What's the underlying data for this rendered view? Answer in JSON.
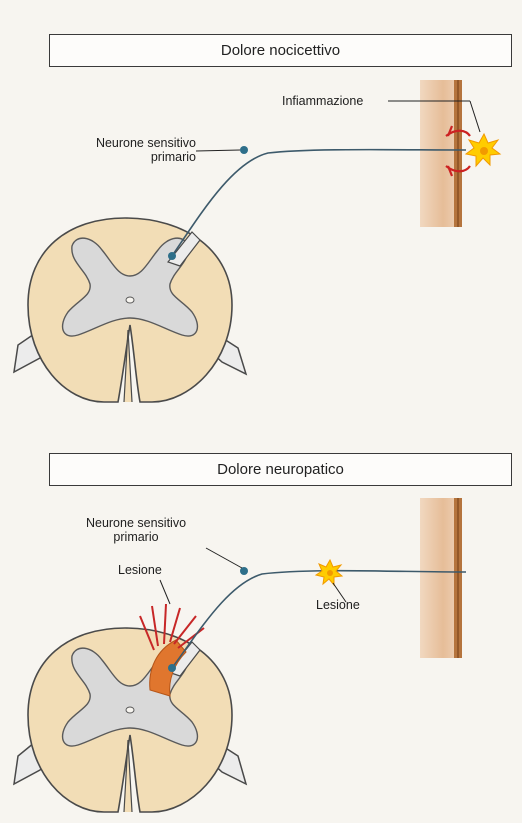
{
  "panel_top": {
    "title": "Dolore nocicettivo",
    "label_inflammation": "Infiammazione",
    "label_neuron_line1": "Neurone sensitivo",
    "label_neuron_line2": "primario"
  },
  "panel_bottom": {
    "title": "Dolore neuropatico",
    "label_neuron_line1": "Neurone sensitivo",
    "label_neuron_line2": "primario",
    "label_lesion_cord": "Lesione",
    "label_lesion_periphery": "Lesione"
  },
  "colors": {
    "cord_white_matter": "#f2ddb6",
    "cord_grey_matter": "#d9d9d9",
    "cord_outline": "#4a4a4a",
    "skin": "#e8c7a8",
    "skin_stripe": "#b5743d",
    "neuron_line": "#3d5a6b",
    "neuron_dot": "#2e6f8a",
    "inflammation_arcs": "#cc2222",
    "star_fill": "#ffcc00",
    "star_center": "#f29a00",
    "lesion_fill": "#e0762e",
    "lesion_rays": "#c72727"
  }
}
